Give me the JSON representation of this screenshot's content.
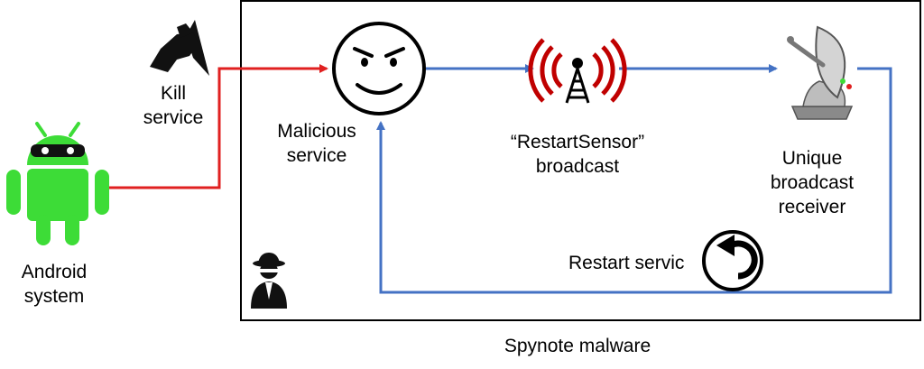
{
  "labels": {
    "android_line1": "Android",
    "android_line2": "system",
    "kill_line1": "Kill",
    "kill_line2": "service",
    "malicious_line1": "Malicious",
    "malicious_line2": "service",
    "broadcast_line1": "“RestartSensor”",
    "broadcast_line2": "broadcast",
    "receiver_line1": "Unique",
    "receiver_line2": "broadcast",
    "receiver_line3": "receiver",
    "restart_service": "Restart servic",
    "malware_caption": "Spynote malware"
  },
  "icons": {
    "android": "android-robot-icon",
    "knife": "knife-hand-icon",
    "face": "evil-smiley-icon",
    "antenna": "broadcast-antenna-icon",
    "dish": "satellite-dish-icon",
    "restart": "restart-arrow-icon",
    "spy": "spy-agent-icon"
  },
  "colors": {
    "android_green": "#3ddc37",
    "kill_arrow": "#e02020",
    "flow_arrow": "#4472c4",
    "signal_red": "#c00000",
    "frame": "#000000"
  }
}
